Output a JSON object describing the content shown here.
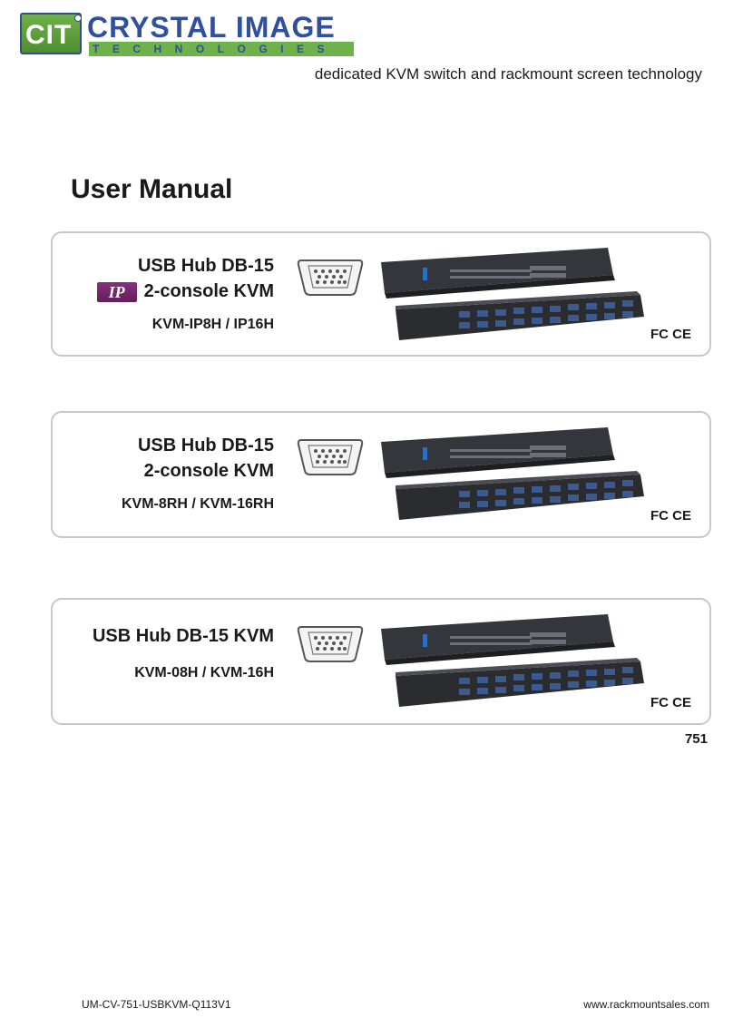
{
  "header": {
    "logo_badge": "CIT",
    "logo_name": "CRYSTAL IMAGE",
    "logo_sub": "TECHNOLOGIES",
    "tagline": "dedicated KVM switch and rackmount screen technology"
  },
  "title": "User Manual",
  "products": [
    {
      "line1": "USB Hub DB-15",
      "line2": "2-console KVM",
      "ip_badge": "IP",
      "model": "KVM-IP8H / IP16H",
      "cert": "FC CE"
    },
    {
      "line1": "USB Hub DB-15",
      "line2": "2-console KVM",
      "model": "KVM-8RH / KVM-16RH",
      "cert": "FC CE"
    },
    {
      "line1": "USB Hub DB-15 KVM",
      "model": "KVM-08H / KVM-16H",
      "cert": "FC CE"
    }
  ],
  "page_number": "751",
  "footer": {
    "doc_code": "UM-CV-751-USBKVM-Q113V1",
    "website": "www.rackmountsales.com"
  },
  "colors": {
    "logo_blue": "#2f4f9f",
    "logo_green": "#6fb14a",
    "ip_purple": "#6f2369",
    "card_border": "#c8c8c8"
  }
}
